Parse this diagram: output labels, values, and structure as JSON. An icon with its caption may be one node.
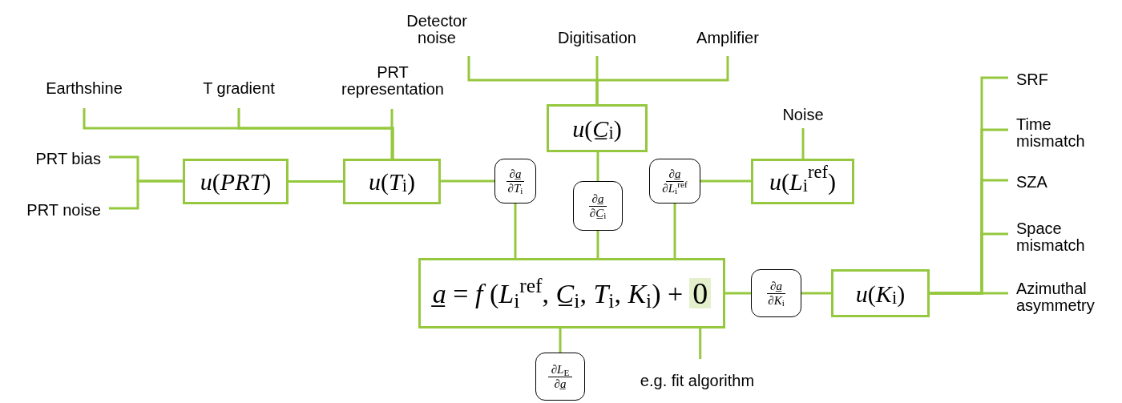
{
  "diagram": {
    "nodes": [
      {
        "text": [
          "Detector noise"
        ]
      },
      {
        "text": [
          "Digitisation"
        ]
      },
      {
        "text": [
          "Amplifier"
        ]
      },
      {
        "text": [
          "Earthshine"
        ]
      },
      {
        "text": [
          "T gradient"
        ]
      },
      {
        "text": [
          "PRT representation"
        ]
      },
      {
        "text": [
          "*u*(*C̲*$_{i}$)"
        ]
      },
      {
        "text": [
          "Noise"
        ]
      },
      {
        "text": [
          "SRF"
        ]
      },
      {
        "text": [
          "Time mismatch"
        ]
      },
      {
        "text": [
          "PRT bias"
        ]
      },
      {
        "text": [
          "*u*(*PRT*)"
        ]
      },
      {
        "text": [
          "*u*(*T*$_{i}$)"
        ]
      },
      {
        "text": [
          "∂*a̲*",
          "∂*T*$_{i}$"
        ]
      },
      {
        "text": [
          "∂*a̲*",
          "∂*L*$_{i}$$^{ref}$"
        ]
      },
      {
        "text": [
          "*u*(*L*$_{i}$$^{ref}$)"
        ]
      },
      {
        "text": [
          "SZA"
        ]
      },
      {
        "text": [
          "∂*a̲*",
          "∂*C̲*$_{i}$"
        ]
      },
      {
        "text": [
          "Space mismatch"
        ]
      },
      {
        "text": [
          "*a̲* = *f* (*L*$_{i}$$^{ref}$, *C̲*$_{i}$, *T*$_{i}$, *K*$_{i}$) +"
        ]
      },
      {
        "text": [
          "0"
        ],
        "in": 19
      },
      {
        "text": [
          "∂*a̲*",
          "∂*K*$_{i}$"
        ]
      },
      {
        "text": [
          "*u*(*K*$_{i}$)"
        ]
      },
      {
        "text": [
          "Azimuthal asymmetry"
        ]
      },
      {
        "text": [
          "PRT noise"
        ]
      },
      {
        "text": [
          "∂*L*$_{E}$",
          "∂*a̲*"
        ]
      },
      {
        "text": [
          "e.g. fit algorithm"
        ]
      }
    ],
    "edges": [
      {
        "from": 0,
        "to": 6,
        "arrow": "none"
      },
      {
        "from": 1,
        "to": 6,
        "arrow": "none"
      },
      {
        "from": 2,
        "to": 6,
        "arrow": "none"
      },
      {
        "from": 3,
        "to": 12,
        "arrow": "none"
      },
      {
        "from": 4,
        "to": 12,
        "arrow": "none"
      },
      {
        "from": 5,
        "to": 12,
        "arrow": "none"
      },
      {
        "from": 10,
        "to": 11,
        "arrow": "none"
      },
      {
        "from": 24,
        "to": 11,
        "arrow": "none"
      },
      {
        "from": 11,
        "to": 12,
        "arrow": "none"
      },
      {
        "from": 12,
        "to": 13,
        "arrow": "none"
      },
      {
        "from": 13,
        "to": 19,
        "arrow": "none"
      },
      {
        "from": 6,
        "to": 17,
        "arrow": "none"
      },
      {
        "from": 17,
        "to": 19,
        "arrow": "none"
      },
      {
        "from": 7,
        "to": 15,
        "arrow": "none"
      },
      {
        "from": 15,
        "to": 14,
        "arrow": "none"
      },
      {
        "from": 14,
        "to": 19,
        "arrow": "none"
      },
      {
        "from": 19,
        "to": 21,
        "arrow": "none"
      },
      {
        "from": 21,
        "to": 22,
        "arrow": "none"
      },
      {
        "from": 8,
        "to": 22,
        "arrow": "none"
      },
      {
        "from": 9,
        "to": 22,
        "arrow": "none"
      },
      {
        "from": 16,
        "to": 22,
        "arrow": "none"
      },
      {
        "from": 18,
        "to": 22,
        "arrow": "none"
      },
      {
        "from": 23,
        "to": 22,
        "arrow": "none"
      },
      {
        "from": 19,
        "to": 25,
        "arrow": "none"
      },
      {
        "from": 20,
        "to": 26,
        "arrow": "none"
      }
    ]
  }
}
